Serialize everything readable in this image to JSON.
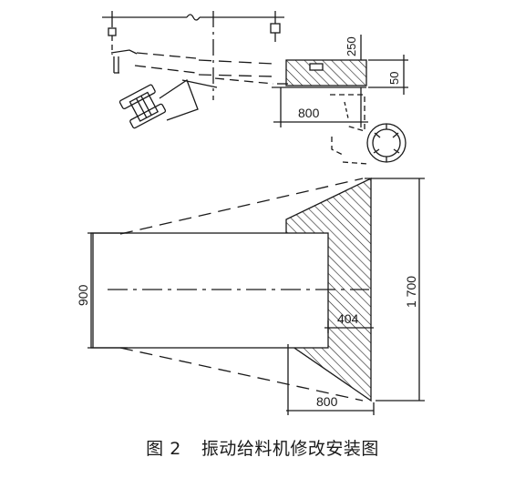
{
  "dimensions": {
    "d250": "250",
    "d50": "50",
    "d800_top": "800",
    "d900": "900",
    "d1700": "1 700",
    "d404": "404",
    "d800_bottom": "800"
  },
  "caption": {
    "number": "图 2",
    "title": "振动给料机修改安装图"
  }
}
